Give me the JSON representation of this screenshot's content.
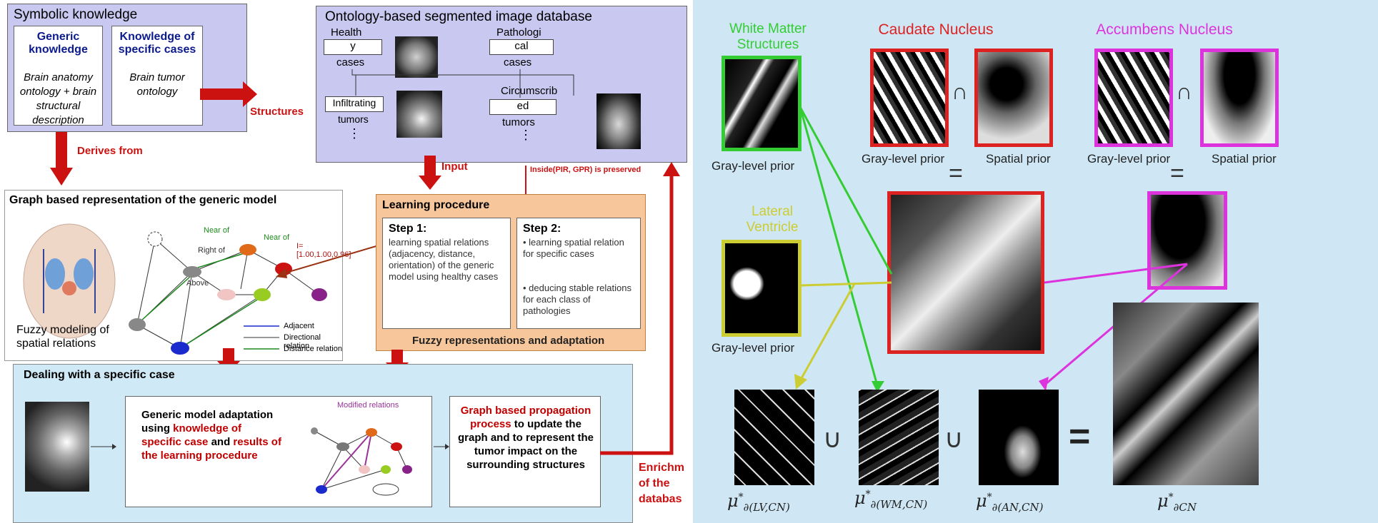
{
  "left": {
    "symbolic": {
      "title": "Symbolic knowledge",
      "generic_title": "Generic knowledge",
      "generic_desc": "Brain anatomy ontology + brain structural description",
      "specific_title": "Knowledge of specific cases",
      "specific_desc": "Brain tumor ontology"
    },
    "arrows": {
      "structures": "Structures",
      "derives_from": "Derives from",
      "input": "Input",
      "inside": "Inside(PIR, GPR) is preserved",
      "enrichment": "Enrichm of the databas"
    },
    "ontology": {
      "title": "Ontology-based segmented image database",
      "healthy_label": "Health",
      "healthy_box": "y",
      "healthy_after": "cases",
      "patho_label": "Pathologi",
      "patho_box": "cal",
      "patho_after": "cases",
      "infiltrating_box": "Infiltrating",
      "infiltrating_after": "tumors",
      "circum_label": "Circumscrib",
      "circum_box": "ed",
      "circum_after": "tumors",
      "dots": "⋮"
    },
    "graph": {
      "title": "Graph based representation of the generic model",
      "caption": "Fuzzy modeling of spatial relations",
      "near_of_1": "Near of",
      "near_of_2": "Near of",
      "right_of": "Right of",
      "above": "Above",
      "interval": "I=[1.00,1.00,0.96]",
      "legend_adjacent": "Adjacent",
      "legend_directional": "Directional relation",
      "legend_distance": "Distance relation"
    },
    "learning": {
      "title": "Learning procedure",
      "step1_title": "Step 1:",
      "step1_text": "learning spatial relations (adjacency, distance, orientation) of the generic model using healthy cases",
      "step2_title": "Step 2:",
      "step2_text_1": "• learning spatial relation for specific cases",
      "step2_text_2": "• deducing stable relations for each class of pathologies",
      "footer": "Fuzzy representations and adaptation"
    },
    "specific": {
      "title": "Dealing with a specific case",
      "adapt_1": "Generic model adaptation using ",
      "adapt_red1": "knowledge of specific case",
      "adapt_2": " and ",
      "adapt_red2": "results of the learning procedure",
      "modified": "Modified relations",
      "prop_red": "Graph based propagation process",
      "prop_rest": " to update the graph and to represent the tumor impact on the surrounding structures"
    }
  },
  "right": {
    "wm_title": "White Matter Structures",
    "cn_title": "Caudate Nucleus",
    "an_title": "Accumbens Nucleus",
    "lv_title": "Lateral Ventricle",
    "gray_prior": "Gray-level prior",
    "spatial_prior": "Spatial prior",
    "cap": "∩",
    "cup": "∪",
    "equals": "=",
    "mu": "μ",
    "mu_lv_sub": "∂(LV,CN)",
    "mu_wm_sub": "∂(WM,CN)",
    "mu_an_sub": "∂(AN,CN)",
    "mu_cn_sub": "∂CN",
    "star": "*",
    "colors": {
      "wm": "#33cc33",
      "cn": "#dd2222",
      "an": "#dd33dd",
      "lv": "#cccc33"
    }
  }
}
